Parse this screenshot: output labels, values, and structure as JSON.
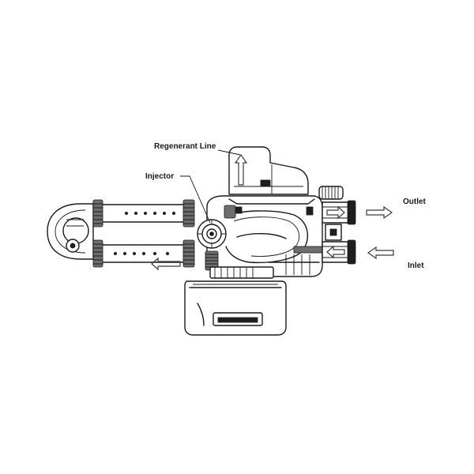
{
  "labels": {
    "regenerant_line": "Regenerant Line",
    "injector": "Injector",
    "outlet": "Outlet",
    "inlet": "Inlet"
  },
  "colors": {
    "stroke": "#1a1a1a",
    "background": "#ffffff"
  }
}
